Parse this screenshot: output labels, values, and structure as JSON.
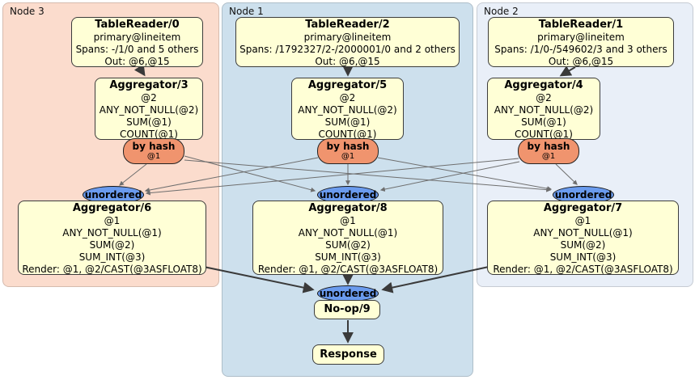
{
  "diagram": {
    "node_groups": [
      {
        "label": "Node 3"
      },
      {
        "label": "Node 1"
      },
      {
        "label": "Node 2"
      }
    ],
    "table_readers": [
      {
        "title": "TableReader/0",
        "index": "primary@lineitem",
        "spans": "Spans: -/1/0 and 5 others",
        "out": "Out: @6,@15"
      },
      {
        "title": "TableReader/2",
        "index": "primary@lineitem",
        "spans": "Spans: /1792327/2-/2000001/0 and 2 others",
        "out": "Out: @6,@15"
      },
      {
        "title": "TableReader/1",
        "index": "primary@lineitem",
        "spans": "Spans: /1/0-/549602/3 and 3 others",
        "out": "Out: @6,@15"
      }
    ],
    "stage1_aggregators": [
      {
        "title": "Aggregator/3",
        "lines": [
          "@2",
          "ANY_NOT_NULL(@2)",
          "SUM(@1)",
          "COUNT(@1)"
        ]
      },
      {
        "title": "Aggregator/5",
        "lines": [
          "@2",
          "ANY_NOT_NULL(@2)",
          "SUM(@1)",
          "COUNT(@1)"
        ]
      },
      {
        "title": "Aggregator/4",
        "lines": [
          "@2",
          "ANY_NOT_NULL(@2)",
          "SUM(@1)",
          "COUNT(@1)"
        ]
      }
    ],
    "routers": [
      {
        "label": "by hash",
        "key": "@1"
      },
      {
        "label": "by hash",
        "key": "@1"
      },
      {
        "label": "by hash",
        "key": "@1"
      }
    ],
    "syncs": [
      {
        "label": "unordered"
      },
      {
        "label": "unordered"
      },
      {
        "label": "unordered"
      }
    ],
    "stage2_aggregators": [
      {
        "title": "Aggregator/6",
        "lines": [
          "@1",
          "ANY_NOT_NULL(@1)",
          "SUM(@2)",
          "SUM_INT(@3)",
          "Render: @1, @2/CAST(@3ASFLOAT8)"
        ]
      },
      {
        "title": "Aggregator/8",
        "lines": [
          "@1",
          "ANY_NOT_NULL(@1)",
          "SUM(@2)",
          "SUM_INT(@3)",
          "Render: @1, @2/CAST(@3ASFLOAT8)"
        ]
      },
      {
        "title": "Aggregator/7",
        "lines": [
          "@1",
          "ANY_NOT_NULL(@1)",
          "SUM(@2)",
          "SUM_INT(@3)",
          "Render: @1, @2/CAST(@3ASFLOAT8)"
        ]
      }
    ],
    "final_sync": {
      "label": "unordered"
    },
    "noop": {
      "title": "No-op/9"
    },
    "response": {
      "title": "Response"
    }
  },
  "colors": {
    "node3_bg": "#fbdccd",
    "node1_bg": "#cde0ed",
    "node2_bg": "#e9eff8",
    "processor_fill": "#ffffd6",
    "router_fill": "#f0946e",
    "sync_fill": "#6a9bee",
    "edge_thick": "#3a3a3a",
    "edge_thin": "#6e6e6e"
  }
}
